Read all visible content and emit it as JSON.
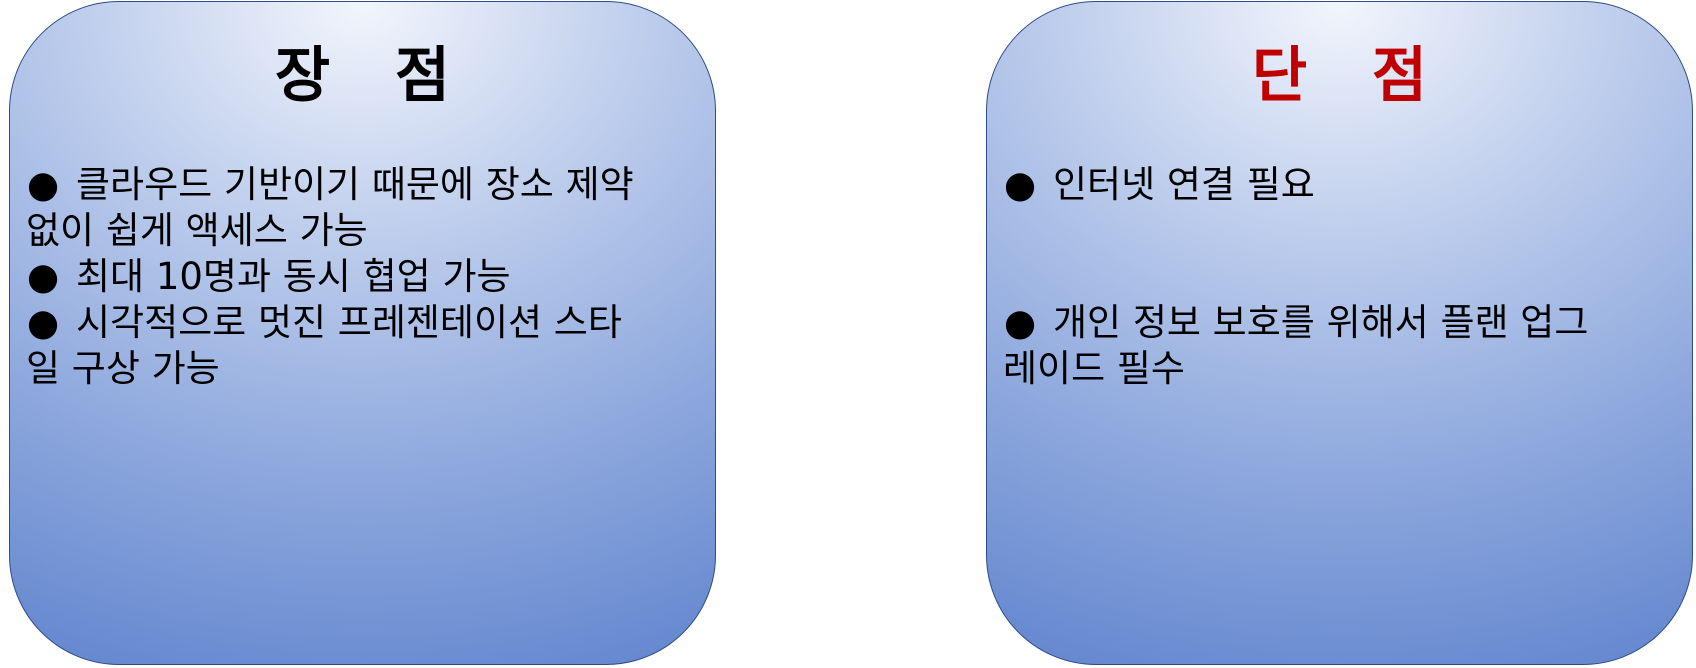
{
  "colors": {
    "panel_border": "#2f4b87",
    "panel_gradient_light": "#f2f5fc",
    "panel_gradient_dark": "#5a7fcb",
    "pros_title": "#000000",
    "cons_title": "#c00000"
  },
  "pros": {
    "title": "장 점",
    "bullet": "●",
    "items": [
      {
        "line1": "클라우드 기반이기 때문에 장소 제약",
        "line2": "없이 쉽게 액세스 가능"
      },
      {
        "line1": "최대 10명과 동시 협업 가능",
        "line2": ""
      },
      {
        "line1": "시각적으로 멋진 프레젠테이션 스타",
        "line2": "일 구상 가능"
      }
    ]
  },
  "cons": {
    "title": "단 점",
    "bullet": "●",
    "items": [
      {
        "line1": "인터넷 연결 필요",
        "line2": ""
      },
      {
        "line1": "개인 정보 보호를 위해서 플랜 업그",
        "line2": "레이드 필수"
      }
    ]
  }
}
